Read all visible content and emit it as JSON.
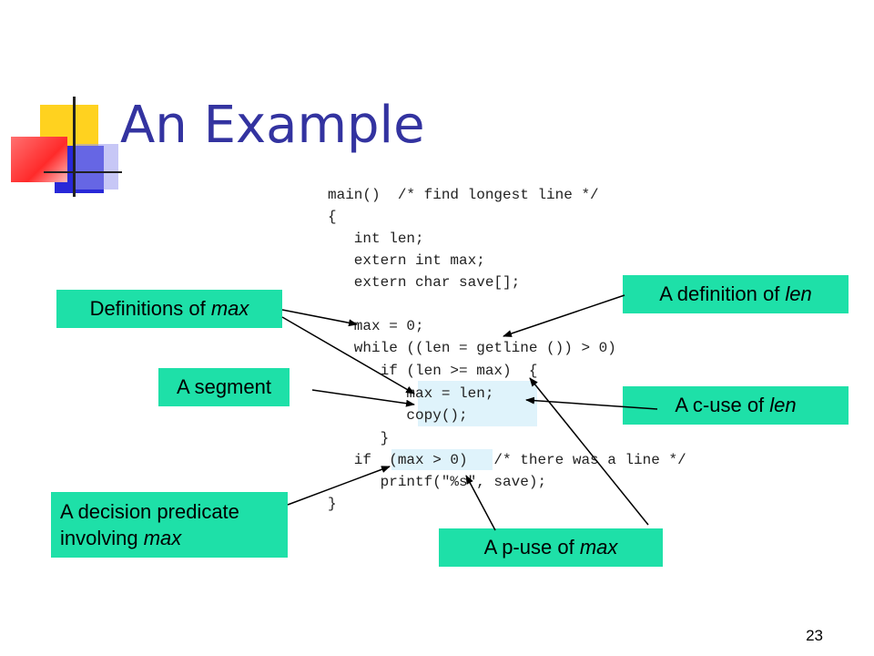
{
  "slide": {
    "title": "An Example",
    "page_number": "23"
  },
  "code_lines": [
    "main()  /* find longest line */",
    "{",
    "   int len;",
    "   extern int max;",
    "   extern char save[];",
    "",
    "   max = 0;",
    "   while ((len = getline ()) > 0)",
    "      if (len >= max)  {",
    "         max = len;",
    "         copy();",
    "      }",
    "   if  (max > 0)   /* there was a line */",
    "      printf(\"%s\", save);",
    "}"
  ],
  "labels": {
    "definitions_of_max": {
      "text": "Definitions of ",
      "em": "max"
    },
    "a_segment": {
      "text": "A segment"
    },
    "a_decision_predicate": {
      "line1": "A decision predicate",
      "line2_text": "involving ",
      "line2_em": "max"
    },
    "a_definition_of_len": {
      "text": "A definition of ",
      "em": "len"
    },
    "a_c_use_of_len": {
      "text": "A c-use of ",
      "em": "len"
    },
    "a_p_use_of_max": {
      "text": "A p-use of ",
      "em": "max"
    }
  },
  "colors": {
    "title": "#3333a0",
    "label_background": "#1ee0a8",
    "highlight": "#dff3fb"
  }
}
